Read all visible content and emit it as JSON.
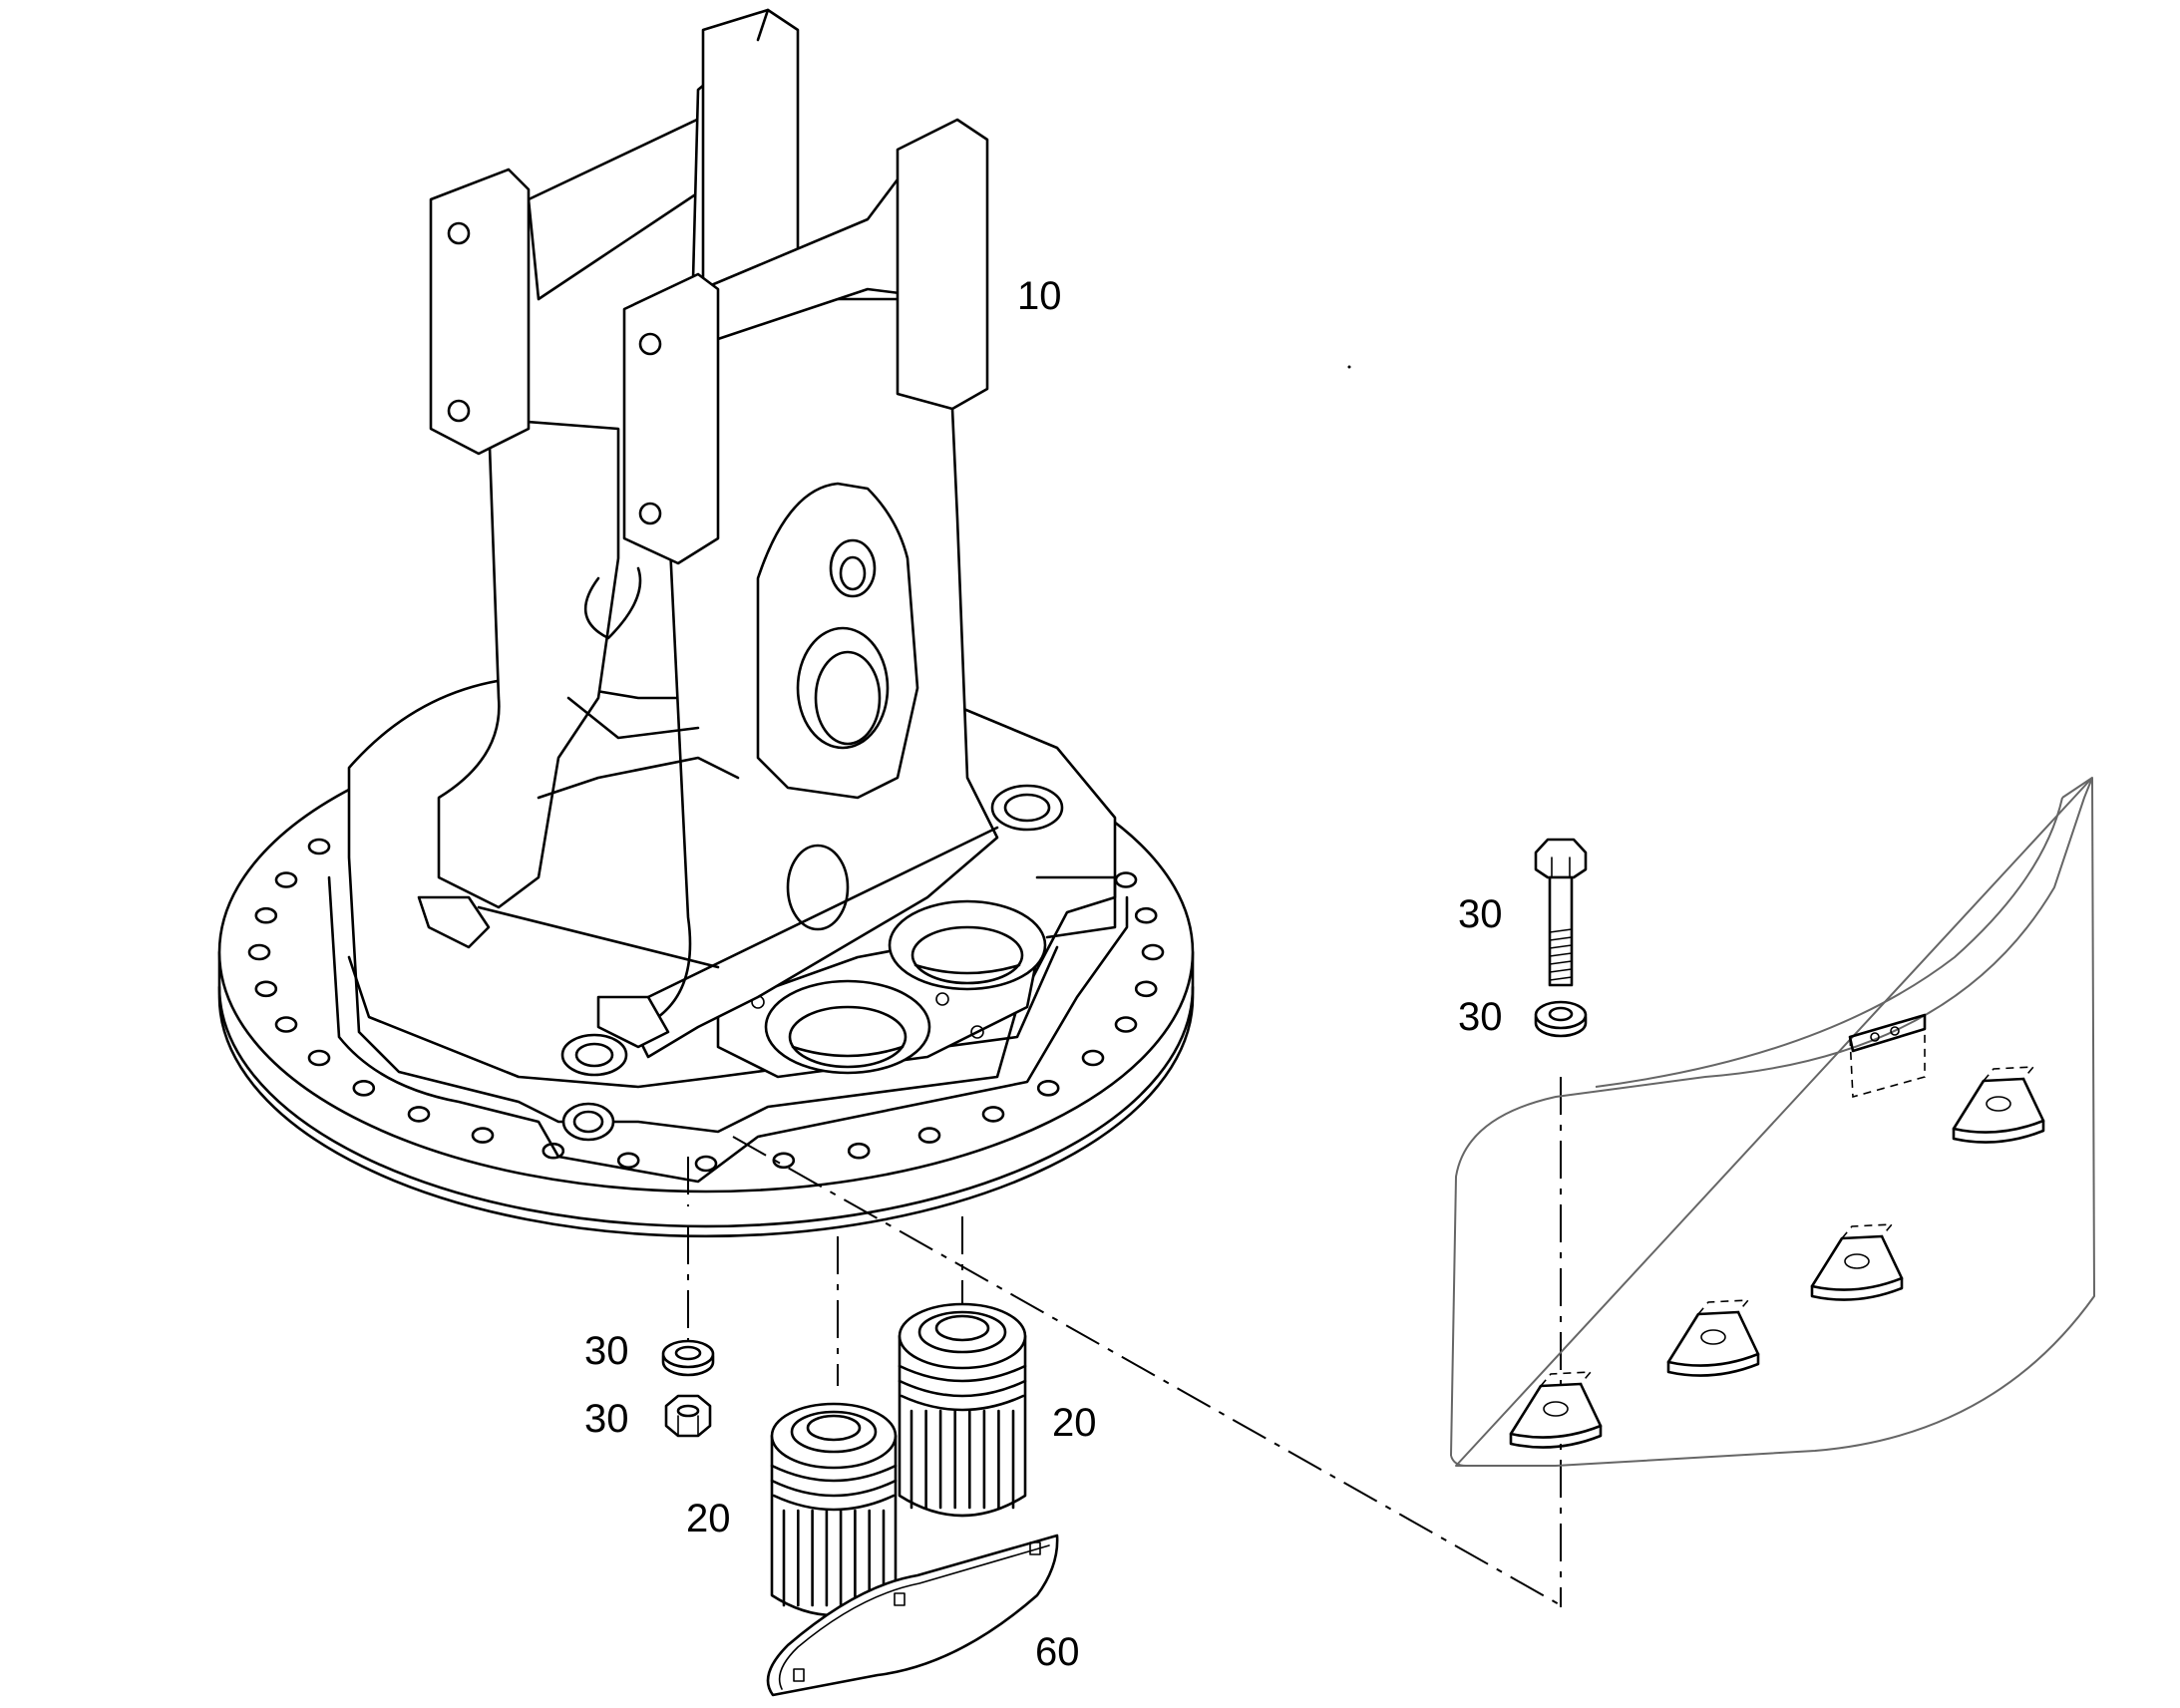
{
  "callouts": [
    {
      "id": "c10",
      "text": "10"
    },
    {
      "id": "c30a",
      "text": "30"
    },
    {
      "id": "c30b",
      "text": "30"
    },
    {
      "id": "c30c",
      "text": "30"
    },
    {
      "id": "c30d",
      "text": "30"
    },
    {
      "id": "c20a",
      "text": "20"
    },
    {
      "id": "c20b",
      "text": "20"
    },
    {
      "id": "c60",
      "text": "60"
    }
  ],
  "colors": {
    "line": "#000000",
    "background": "#ffffff",
    "shield_outline": "#666666"
  }
}
